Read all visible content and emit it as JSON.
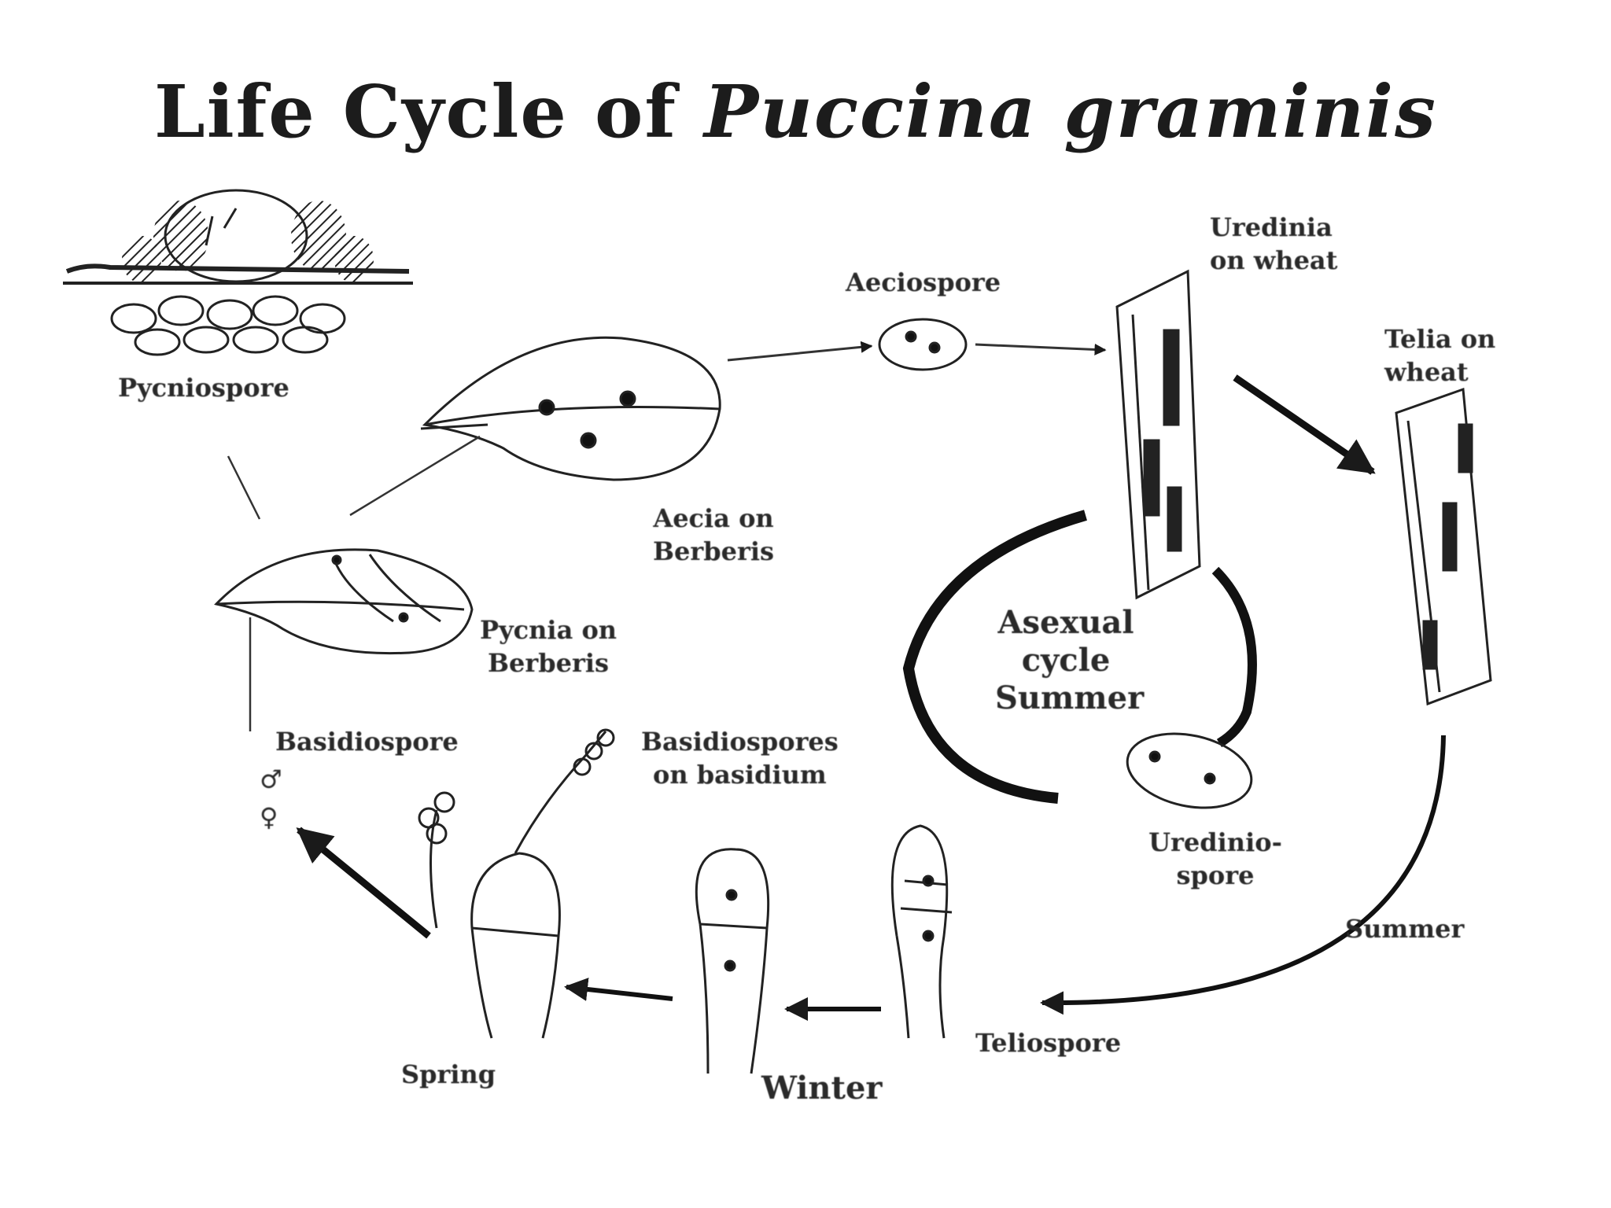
{
  "title": {
    "prefix": "Life Cycle of ",
    "italic": "Puccina graminis"
  },
  "labels": {
    "pycniospore": "Pycniospore",
    "aeciospore": "Aeciospore",
    "aecia_on_berberis": [
      "Aecia on",
      "Berberis"
    ],
    "uredinia_on_wheat": [
      "Uredinia",
      "on wheat"
    ],
    "telia_on_wheat": [
      "Telia on",
      "wheat"
    ],
    "pycnia_on_berberis": [
      "Pycnia on",
      "Berberis"
    ],
    "asexual_cycle": [
      "Asexual",
      "cycle",
      "Summer"
    ],
    "basidiospore": "Basidiospore",
    "basidiospore_marks": [
      "♂",
      "♀"
    ],
    "basidiospores_on_basidium": [
      "Basidiospores",
      "on basidium"
    ],
    "urediniospore": [
      "Urediniо-",
      "spore"
    ],
    "summer": "Summer",
    "teliospore": "Teliospore",
    "spring": "Spring",
    "winter": "Winter"
  }
}
